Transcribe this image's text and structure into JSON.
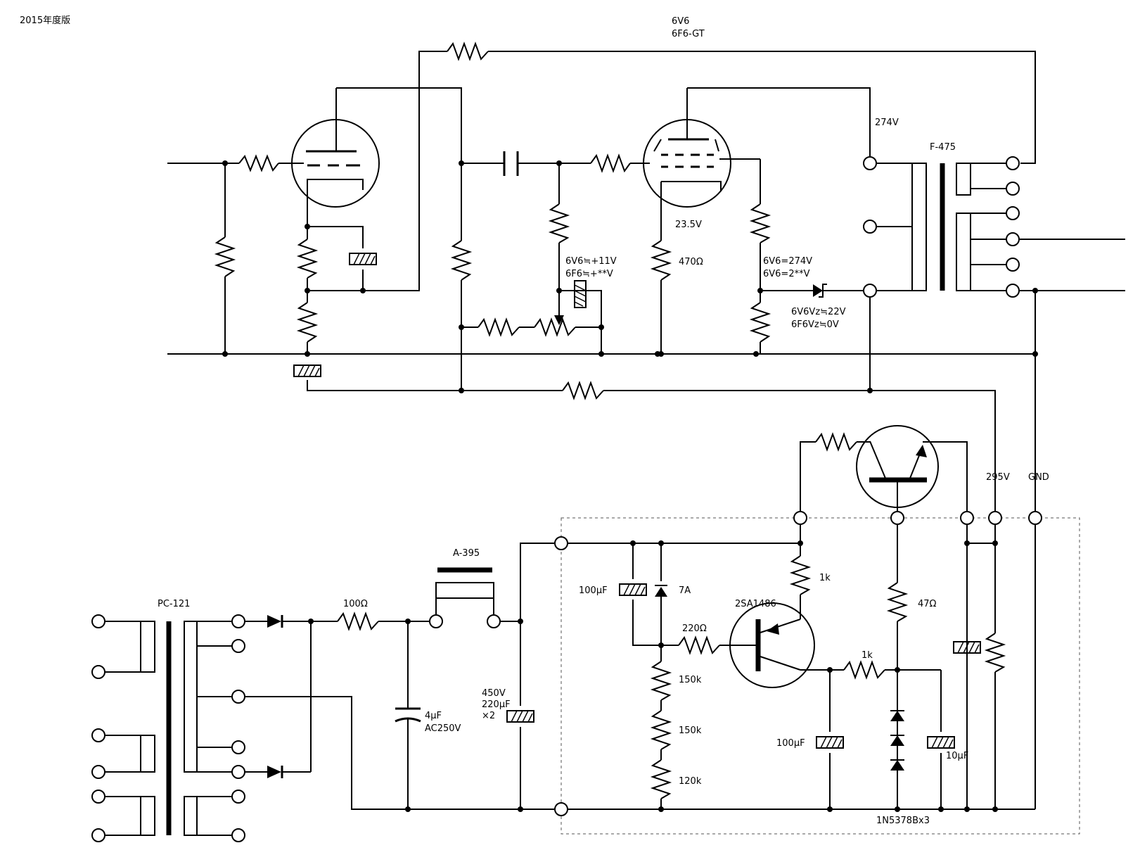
{
  "header": {
    "edition": "2015年度版"
  },
  "tubes": {
    "type_line1": "6V6",
    "type_line2": "6F6-GT"
  },
  "labels": {
    "plate_v": "274V",
    "opt": "F-475",
    "cathode_v": "23.5V",
    "cathode_r": "470Ω",
    "grid_bias_1": "6V6≒+11V",
    "grid_bias_2": "6F6≒+**V",
    "screen_1": "6V6=274V",
    "screen_2": "6V6=2**V",
    "zener_1": "6V6Vz≒22V",
    "zener_2": "6F6Vz≒0V",
    "b_plus": "295V",
    "gnd": "GND",
    "power_tx": "PC-121",
    "choke": "A-395",
    "r_100": "100Ω",
    "cap_4u": "4μF",
    "cap_4u_v": "AC250V",
    "cap_main_v": "450V",
    "cap_main_c": "220μF",
    "cap_main_n": "×2",
    "cap_100u_a": "100μF",
    "diode_7a": "7A",
    "r_220": "220Ω",
    "r_150k_a": "150k",
    "r_150k_b": "150k",
    "r_120k": "120k",
    "r_1k_a": "1k",
    "transistor": "2SA1486",
    "r_47": "47Ω",
    "r_1k_b": "1k",
    "cap_100u_b": "100μF",
    "cap_10u": "10μF",
    "zener_part": "1N5378Bx3"
  }
}
